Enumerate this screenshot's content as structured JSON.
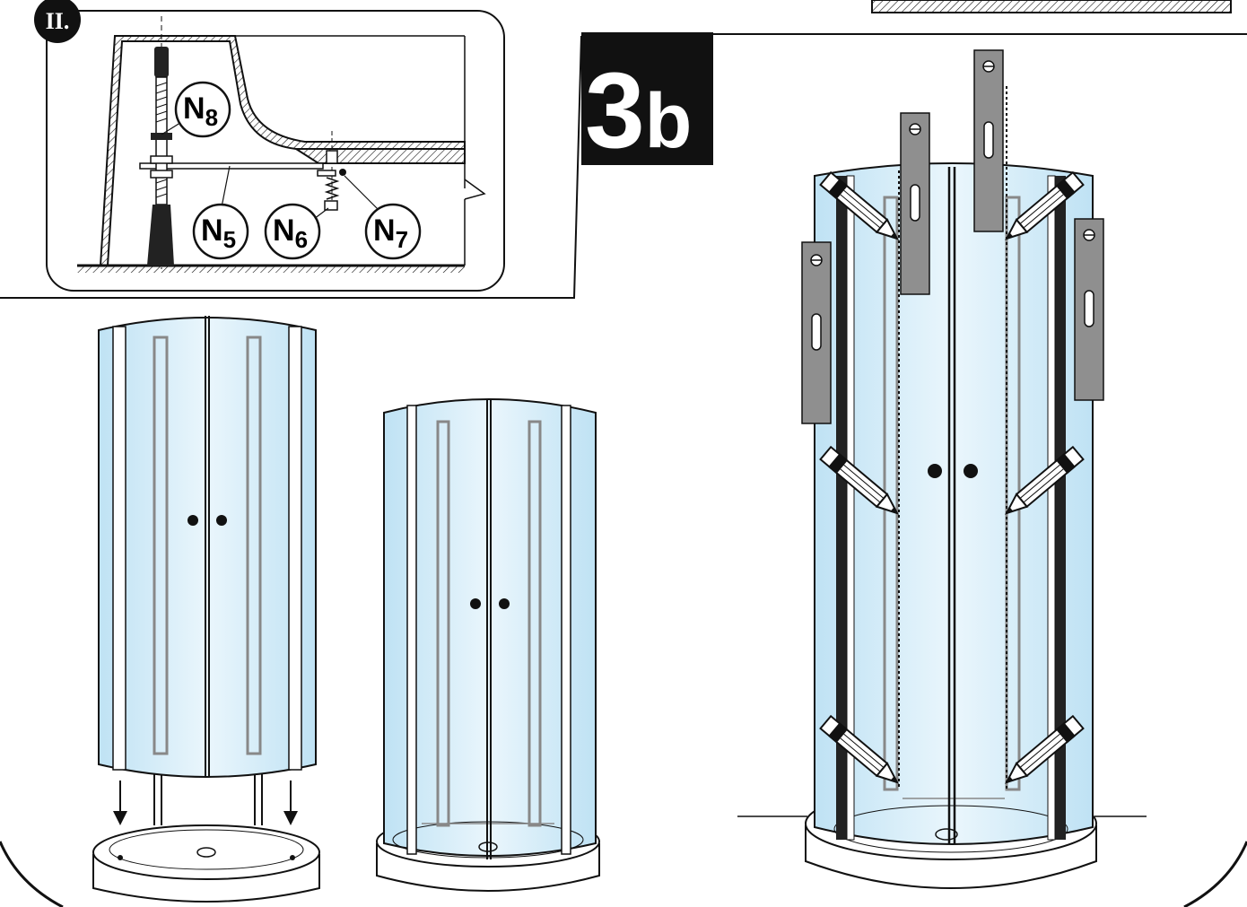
{
  "detail_panel": {
    "badge": "II.",
    "labels": [
      {
        "id": "N8",
        "letter": "N",
        "sub": "8"
      },
      {
        "id": "N5",
        "letter": "N",
        "sub": "5"
      },
      {
        "id": "N6",
        "letter": "N",
        "sub": "6"
      },
      {
        "id": "N7",
        "letter": "N",
        "sub": "7"
      }
    ]
  },
  "step": {
    "number": "3",
    "letter": "b"
  },
  "colors": {
    "glass": "#d4ecf8",
    "glass_edge": "#9fd0ea",
    "frame": "#222222",
    "level_tool": "#8f8f8f",
    "ink": "#111111",
    "step_bg": "#111111"
  },
  "icons": [
    "pencil-icon",
    "spirit-level-icon",
    "down-arrow-icon"
  ]
}
